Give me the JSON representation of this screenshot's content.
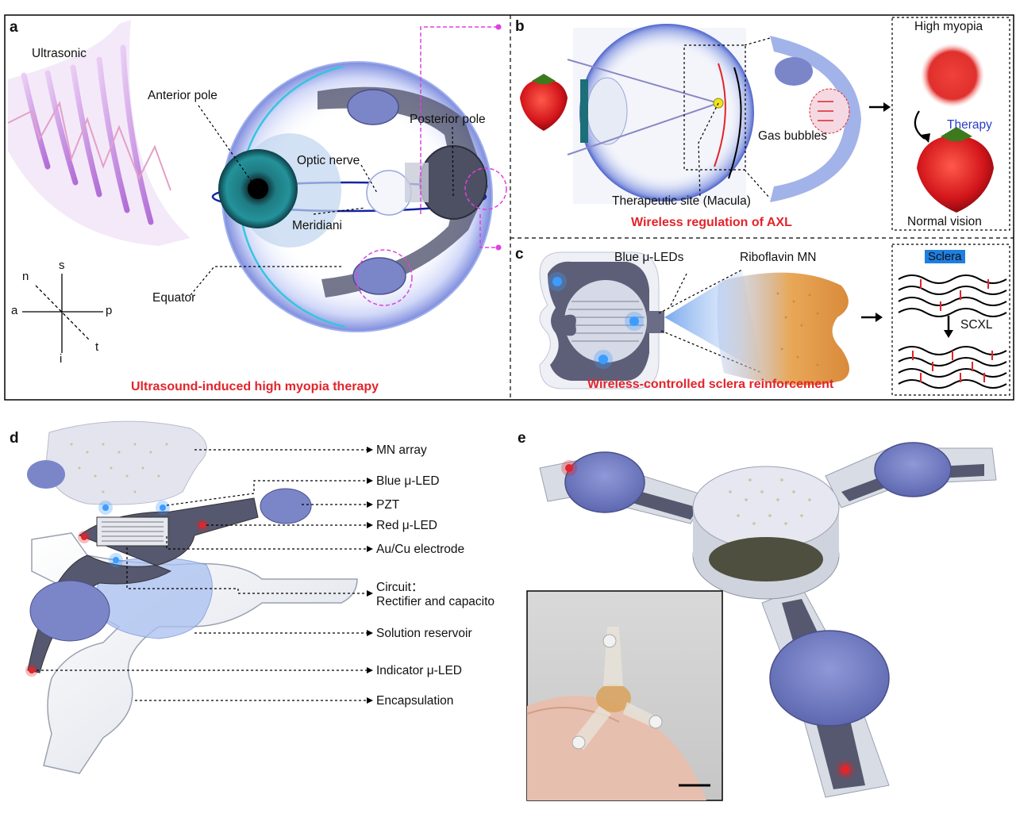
{
  "colors": {
    "accent_red": "#e2242b",
    "pzt_blue": "#7b86c9",
    "magenta": "#e040e0",
    "therapy_blue": "#2a3cc7"
  },
  "panels": {
    "a": "a",
    "b": "b",
    "c": "c",
    "d": "d",
    "e": "e"
  },
  "panel_a": {
    "ultrasonic": "Ultrasonic",
    "anterior_pole": "Anterior pole",
    "posterior_pole": "Posterior pole",
    "optic_nerve": "Optic nerve",
    "meridiani": "Meridiani",
    "equator": "Equator",
    "axes": {
      "n": "n",
      "s": "s",
      "a": "a",
      "p": "p",
      "i": "i",
      "t": "t"
    },
    "caption": "Ultrasound-induced high myopia therapy"
  },
  "panel_b": {
    "gas_bubbles": "Gas bubbles",
    "therapeutic_site": "Therapeutic site (Macula)",
    "high_myopia": "High myopia",
    "therapy": "Therapy",
    "normal_vision": "Normal vision",
    "caption": "Wireless regulation of  AXL"
  },
  "panel_c": {
    "blue_leds": "Blue μ-LEDs",
    "riboflavin_mn": "Riboflavin MN",
    "sclera": "Sclera",
    "scxl": "SCXL",
    "caption": "Wireless-controlled sclera reinforcement"
  },
  "panel_d": {
    "labels": [
      "MN array",
      "Blue μ-LED",
      "PZT",
      "Red μ-LED",
      "Au/Cu electrode",
      "Circuit：",
      "Rectifier and capacito",
      "Solution reservoir",
      "Indicator μ-LED",
      "Encapsulation"
    ]
  }
}
